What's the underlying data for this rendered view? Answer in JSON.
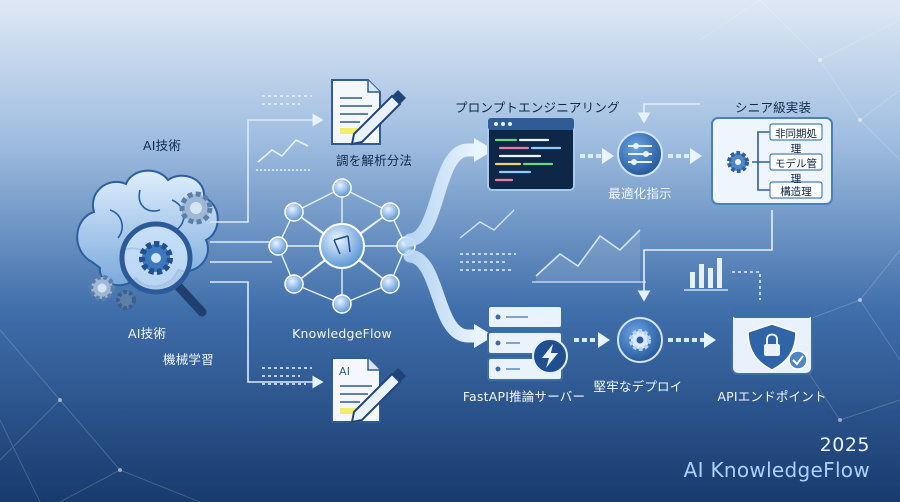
{
  "left": {
    "label_ai_tech_top": "AI技術",
    "label_ai_tech_bottom": "AI技術",
    "label_ml": "機械学習"
  },
  "center": {
    "doc_top_label": "調を解析分法",
    "network_label": "KnowledgeFlow",
    "doc_bottom_tag": "AI"
  },
  "pipeline_top": {
    "prompt_engineering": "プロンプトエンジニアリング",
    "optimization": "最適化指示",
    "senior_impl": "シニア級実装",
    "panel_items": [
      "非同期処理",
      "モデル管理",
      "構造理"
    ]
  },
  "pipeline_bottom": {
    "fastapi_server": "FastAPI推論サーバー",
    "robust_deploy": "堅牢なデプロイ",
    "api_endpoint": "APIエンドポイント"
  },
  "brand": {
    "year": "2025",
    "name": "AI KnowledgeFlow"
  },
  "colors": {
    "bg_top": "#dfe9f5",
    "bg_bottom": "#183a6e",
    "accent_blue": "#4a8fd8",
    "highlight_yellow": "#f2ee6a",
    "code_green": "#6fd37a",
    "code_pink": "#f07aa8"
  },
  "icons": [
    "brain-icon",
    "gear-icon",
    "magnifier-icon",
    "document-icon",
    "pencil-icon",
    "network-icon",
    "code-window-icon",
    "sliders-icon",
    "server-icon",
    "lightning-icon",
    "shield-lock-icon",
    "line-chart-icon",
    "bar-chart-icon"
  ]
}
